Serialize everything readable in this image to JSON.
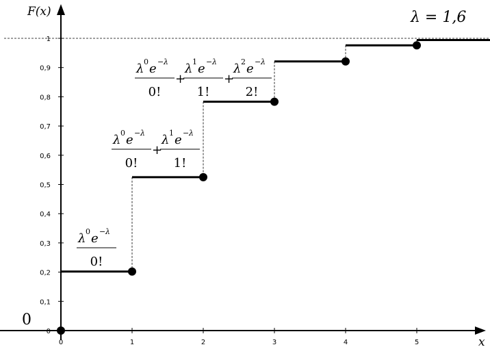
{
  "chart_data": {
    "type": "line",
    "step": true,
    "xlabel": "x",
    "ylabel": "F(x)",
    "annotation_param": "λ = 1,6",
    "origin_label": "0",
    "xlim": [
      0,
      6.05
    ],
    "ylim": [
      0,
      1
    ],
    "x_ticks": [
      {
        "value": 0,
        "label": "0"
      },
      {
        "value": 1,
        "label": "1"
      },
      {
        "value": 2,
        "label": "2"
      },
      {
        "value": 3,
        "label": "3"
      },
      {
        "value": 4,
        "label": "4"
      },
      {
        "value": 5,
        "label": "5"
      }
    ],
    "y_ticks": [
      {
        "value": 0,
        "label": "0"
      },
      {
        "value": 0.1,
        "label": "0,1"
      },
      {
        "value": 0.2,
        "label": "0,2"
      },
      {
        "value": 0.3,
        "label": "0,3"
      },
      {
        "value": 0.4,
        "label": "0,4"
      },
      {
        "value": 0.5,
        "label": "0,5"
      },
      {
        "value": 0.6,
        "label": "0,6"
      },
      {
        "value": 0.7,
        "label": "0,7"
      },
      {
        "value": 0.8,
        "label": "0,8"
      },
      {
        "value": 0.9,
        "label": "0,9"
      },
      {
        "value": 1,
        "label": "1"
      }
    ],
    "series": [
      {
        "steps": [
          {
            "x_start": 0,
            "x_end": 1,
            "y": 0.202
          },
          {
            "x_start": 1,
            "x_end": 2,
            "y": 0.525
          },
          {
            "x_start": 2,
            "x_end": 3,
            "y": 0.783
          },
          {
            "x_start": 3,
            "x_end": 4,
            "y": 0.921
          },
          {
            "x_start": 4,
            "x_end": 5,
            "y": 0.976
          },
          {
            "x_start": 5,
            "x_end": 6.05,
            "y": 0.994
          }
        ],
        "points": [
          {
            "x": 0,
            "y": 0
          },
          {
            "x": 1,
            "y": 0.202
          },
          {
            "x": 2,
            "y": 0.525
          },
          {
            "x": 3,
            "y": 0.783
          },
          {
            "x": 4,
            "y": 0.921
          },
          {
            "x": 5,
            "y": 0.976
          }
        ]
      }
    ],
    "reference_line": {
      "y": 1,
      "style": "dashed"
    },
    "formula_annotations": [
      {
        "terms": [
          {
            "power": "0",
            "den": "0!"
          }
        ]
      },
      {
        "terms": [
          {
            "power": "0",
            "den": "0!"
          },
          {
            "power": "1",
            "den": "1!"
          }
        ]
      },
      {
        "terms": [
          {
            "power": "0",
            "den": "0!"
          },
          {
            "power": "1",
            "den": "1!"
          },
          {
            "power": "2",
            "den": "2!"
          }
        ]
      }
    ],
    "formula_parts": {
      "lambda": "λ",
      "e": "e",
      "exp_minus": "−",
      "exp_lambda": "λ",
      "plus": "+"
    }
  }
}
